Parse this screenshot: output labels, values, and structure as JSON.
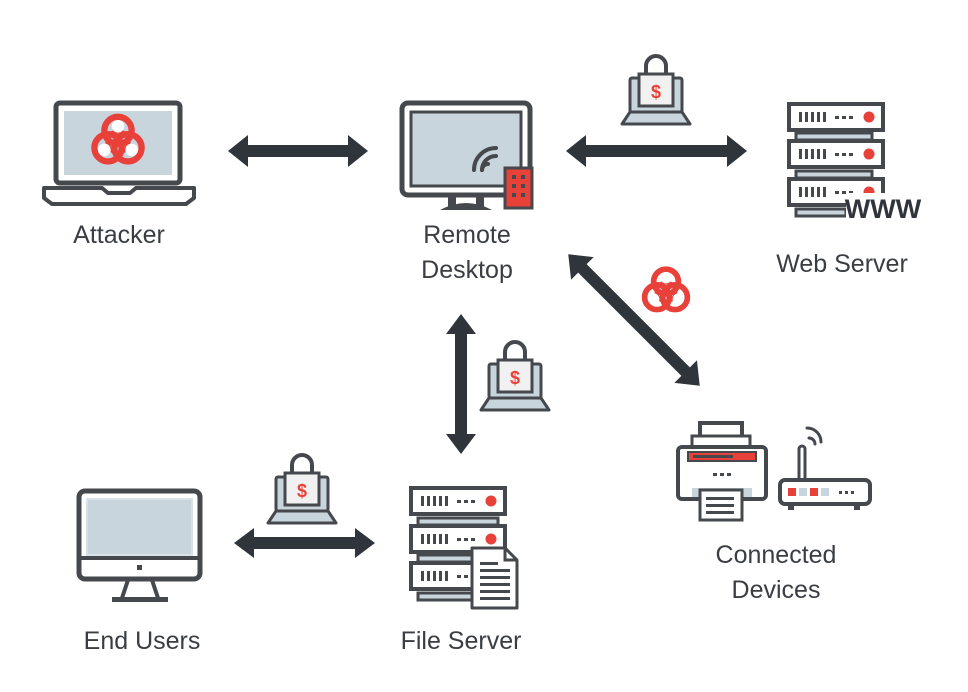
{
  "title": "Remote Desktop Attack Network Diagram",
  "colors": {
    "outline": "#45484c",
    "screen": "#c9d5dc",
    "accent": "#e8413a",
    "arrow": "#30353b",
    "label": "#3a3d42"
  },
  "nodes": [
    {
      "id": "attacker",
      "label_lines": [
        "Attacker"
      ],
      "icon": "laptop-biohazard-icon"
    },
    {
      "id": "remote-desktop",
      "label_lines": [
        "Remote",
        "Desktop"
      ],
      "icon": "monitor-remote-icon"
    },
    {
      "id": "web-server",
      "label_lines": [
        "Web Server"
      ],
      "icon": "server-www-icon",
      "badge_text": "WWW"
    },
    {
      "id": "connected-devices",
      "label_lines": [
        "Connected",
        "Devices"
      ],
      "icon": "printer-router-icon"
    },
    {
      "id": "file-server",
      "label_lines": [
        "File Server"
      ],
      "icon": "server-document-icon"
    },
    {
      "id": "end-users",
      "label_lines": [
        "End Users"
      ],
      "icon": "desktop-monitor-icon"
    }
  ],
  "connections": [
    {
      "from": "attacker",
      "to": "remote-desktop",
      "bidirectional": true,
      "marker": "none"
    },
    {
      "from": "remote-desktop",
      "to": "web-server",
      "bidirectional": true,
      "marker": "lock-dollar-icon"
    },
    {
      "from": "remote-desktop",
      "to": "connected-devices",
      "bidirectional": true,
      "marker": "biohazard-icon"
    },
    {
      "from": "remote-desktop",
      "to": "file-server",
      "bidirectional": true,
      "marker": "lock-dollar-icon"
    },
    {
      "from": "end-users",
      "to": "file-server",
      "bidirectional": true,
      "marker": "lock-dollar-icon"
    }
  ],
  "lock_symbol": "$"
}
